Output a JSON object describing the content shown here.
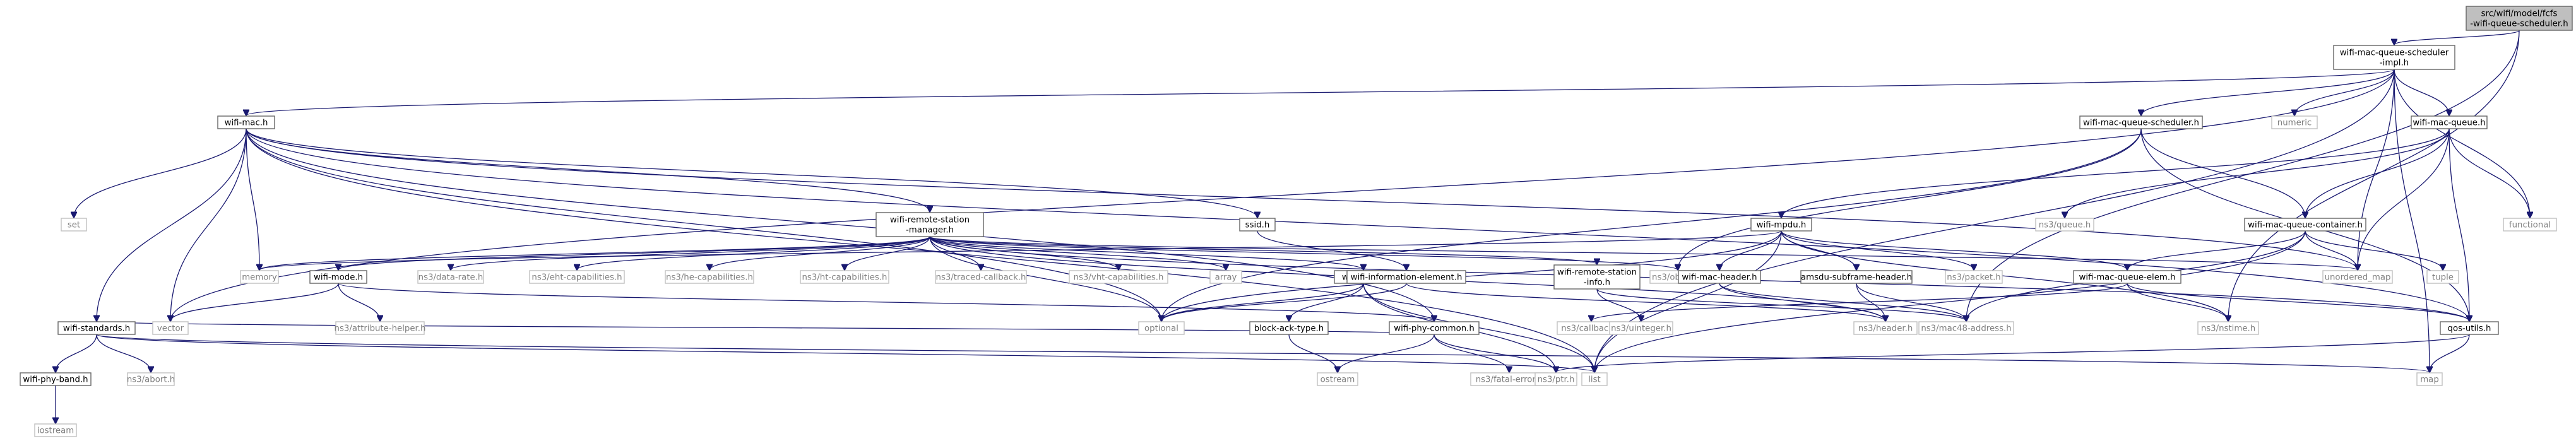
{
  "diagram": {
    "type": "include-dependency-graph",
    "nodes": [
      {
        "id": "root",
        "label": "src/wifi/model/fcfs\n-wifi-queue-scheduler.h",
        "kind": "root"
      },
      {
        "id": "impl",
        "label": "wifi-mac-queue-scheduler\n-impl.h",
        "kind": "main"
      },
      {
        "id": "wifimac",
        "label": "wifi-mac.h",
        "kind": "main"
      },
      {
        "id": "sched",
        "label": "wifi-mac-queue-scheduler.h",
        "kind": "main"
      },
      {
        "id": "numeric",
        "label": "numeric",
        "kind": "ext"
      },
      {
        "id": "queue",
        "label": "wifi-mac-queue.h",
        "kind": "main"
      },
      {
        "id": "functional",
        "label": "functional",
        "kind": "ext"
      },
      {
        "id": "set",
        "label": "set",
        "kind": "ext"
      },
      {
        "id": "memory",
        "label": "memory",
        "kind": "ext"
      },
      {
        "id": "rsm",
        "label": "wifi-remote-station\n-manager.h",
        "kind": "main"
      },
      {
        "id": "ssid",
        "label": "ssid.h",
        "kind": "main"
      },
      {
        "id": "mpdu",
        "label": "wifi-mpdu.h",
        "kind": "main"
      },
      {
        "id": "ns3queue",
        "label": "ns3/queue.h",
        "kind": "ext"
      },
      {
        "id": "container",
        "label": "wifi-mac-queue-container.h",
        "kind": "main"
      },
      {
        "id": "wifimode",
        "label": "wifi-mode.h",
        "kind": "main"
      },
      {
        "id": "datarate",
        "label": "ns3/data-rate.h",
        "kind": "ext"
      },
      {
        "id": "eht",
        "label": "ns3/eht-capabilities.h",
        "kind": "ext"
      },
      {
        "id": "he",
        "label": "ns3/he-capabilities.h",
        "kind": "ext"
      },
      {
        "id": "ht",
        "label": "ns3/ht-capabilities.h",
        "kind": "ext"
      },
      {
        "id": "tcb",
        "label": "ns3/traced-callback.h",
        "kind": "ext"
      },
      {
        "id": "vht",
        "label": "ns3/vht-capabilities.h",
        "kind": "ext"
      },
      {
        "id": "array",
        "label": "array",
        "kind": "ext"
      },
      {
        "id": "wutils",
        "label": "wifi-utils.h",
        "kind": "main"
      },
      {
        "id": "wie",
        "label": "wifi-information-element.h",
        "kind": "main"
      },
      {
        "id": "rsi",
        "label": "wifi-remote-station\n-info.h",
        "kind": "main"
      },
      {
        "id": "object",
        "label": "ns3/object.h",
        "kind": "ext"
      },
      {
        "id": "machdr",
        "label": "wifi-mac-header.h",
        "kind": "main"
      },
      {
        "id": "amsdu",
        "label": "amsdu-subframe-header.h",
        "kind": "main"
      },
      {
        "id": "packet",
        "label": "ns3/packet.h",
        "kind": "ext"
      },
      {
        "id": "elem",
        "label": "wifi-mac-queue-elem.h",
        "kind": "main"
      },
      {
        "id": "unordered",
        "label": "unordered_map",
        "kind": "ext"
      },
      {
        "id": "tuple",
        "label": "tuple",
        "kind": "ext"
      },
      {
        "id": "attr",
        "label": "ns3/attribute-helper.h",
        "kind": "ext"
      },
      {
        "id": "optional",
        "label": "optional",
        "kind": "ext"
      },
      {
        "id": "blockack",
        "label": "block-ack-type.h",
        "kind": "main"
      },
      {
        "id": "phycommon",
        "label": "wifi-phy-common.h",
        "kind": "main"
      },
      {
        "id": "callback",
        "label": "ns3/callback.h",
        "kind": "ext"
      },
      {
        "id": "uinteger",
        "label": "ns3/uinteger.h",
        "kind": "ext"
      },
      {
        "id": "header",
        "label": "ns3/header.h",
        "kind": "ext"
      },
      {
        "id": "mac48",
        "label": "ns3/mac48-address.h",
        "kind": "ext"
      },
      {
        "id": "nstime",
        "label": "ns3/nstime.h",
        "kind": "ext"
      },
      {
        "id": "qos",
        "label": "qos-utils.h",
        "kind": "main"
      },
      {
        "id": "vector",
        "label": "vector",
        "kind": "ext"
      },
      {
        "id": "ostream",
        "label": "ostream",
        "kind": "ext"
      },
      {
        "id": "fatal",
        "label": "ns3/fatal-error.h",
        "kind": "ext"
      },
      {
        "id": "ptr",
        "label": "ns3/ptr.h",
        "kind": "ext"
      },
      {
        "id": "standards",
        "label": "wifi-standards.h",
        "kind": "main"
      },
      {
        "id": "abort",
        "label": "ns3/abort.h",
        "kind": "ext"
      },
      {
        "id": "list",
        "label": "list",
        "kind": "ext"
      },
      {
        "id": "map",
        "label": "map",
        "kind": "ext"
      },
      {
        "id": "phyband",
        "label": "wifi-phy-band.h",
        "kind": "main"
      },
      {
        "id": "iostream",
        "label": "iostream",
        "kind": "ext"
      }
    ],
    "edges": [
      [
        "root",
        "impl"
      ],
      [
        "root",
        "nstime"
      ],
      [
        "root",
        "mac48"
      ],
      [
        "impl",
        "wifimac"
      ],
      [
        "impl",
        "sched"
      ],
      [
        "impl",
        "numeric"
      ],
      [
        "impl",
        "queue"
      ],
      [
        "impl",
        "functional"
      ],
      [
        "impl",
        "unordered"
      ],
      [
        "impl",
        "list"
      ],
      [
        "impl",
        "map"
      ],
      [
        "impl",
        "vector"
      ],
      [
        "wifimac",
        "set"
      ],
      [
        "wifimac",
        "memory"
      ],
      [
        "wifimac",
        "rsm"
      ],
      [
        "wifimac",
        "ssid"
      ],
      [
        "wifimac",
        "standards"
      ],
      [
        "wifimac",
        "vector"
      ],
      [
        "wifimac",
        "list"
      ],
      [
        "wifimac",
        "qos"
      ],
      [
        "wifimac",
        "unordered"
      ],
      [
        "wifimac",
        "optional"
      ],
      [
        "wifimac",
        "phycommon"
      ],
      [
        "sched",
        "optional"
      ],
      [
        "sched",
        "container"
      ],
      [
        "sched",
        "qos"
      ],
      [
        "sched",
        "object"
      ],
      [
        "queue",
        "ns3queue"
      ],
      [
        "queue",
        "container"
      ],
      [
        "queue",
        "mpdu"
      ],
      [
        "queue",
        "functional"
      ],
      [
        "queue",
        "unordered"
      ],
      [
        "queue",
        "qos"
      ],
      [
        "rsm",
        "memory"
      ],
      [
        "rsm",
        "wifimode"
      ],
      [
        "rsm",
        "datarate"
      ],
      [
        "rsm",
        "eht"
      ],
      [
        "rsm",
        "he"
      ],
      [
        "rsm",
        "ht"
      ],
      [
        "rsm",
        "tcb"
      ],
      [
        "rsm",
        "vht"
      ],
      [
        "rsm",
        "array"
      ],
      [
        "rsm",
        "wutils"
      ],
      [
        "rsm",
        "rsi"
      ],
      [
        "rsm",
        "object"
      ],
      [
        "rsm",
        "unordered"
      ],
      [
        "rsm",
        "optional"
      ],
      [
        "rsm",
        "header"
      ],
      [
        "rsm",
        "qos"
      ],
      [
        "ssid",
        "wie"
      ],
      [
        "mpdu",
        "memory"
      ],
      [
        "mpdu",
        "optional"
      ],
      [
        "mpdu",
        "machdr"
      ],
      [
        "mpdu",
        "amsdu"
      ],
      [
        "mpdu",
        "packet"
      ],
      [
        "mpdu",
        "elem"
      ],
      [
        "mpdu",
        "list"
      ],
      [
        "mpdu",
        "nstime"
      ],
      [
        "container",
        "unordered"
      ],
      [
        "container",
        "tuple"
      ],
      [
        "container",
        "elem"
      ],
      [
        "container",
        "mac48"
      ],
      [
        "container",
        "list"
      ],
      [
        "wifimode",
        "attr"
      ],
      [
        "wifimode",
        "phycommon"
      ],
      [
        "wifimode",
        "vector"
      ],
      [
        "wutils",
        "blockack"
      ],
      [
        "wutils",
        "optional"
      ],
      [
        "wutils",
        "ptr"
      ],
      [
        "wutils",
        "list"
      ],
      [
        "wie",
        "header"
      ],
      [
        "wie",
        "optional"
      ],
      [
        "rsi",
        "uinteger"
      ],
      [
        "rsi",
        "mac48"
      ],
      [
        "machdr",
        "header"
      ],
      [
        "machdr",
        "mac48"
      ],
      [
        "amsdu",
        "header"
      ],
      [
        "amsdu",
        "mac48"
      ],
      [
        "elem",
        "callback"
      ],
      [
        "elem",
        "nstime"
      ],
      [
        "elem",
        "qos"
      ],
      [
        "blockack",
        "ostream"
      ],
      [
        "phycommon",
        "standards"
      ],
      [
        "phycommon",
        "ostream"
      ],
      [
        "phycommon",
        "fatal"
      ],
      [
        "phycommon",
        "ptr"
      ],
      [
        "qos",
        "ptr"
      ],
      [
        "qos",
        "map"
      ],
      [
        "standards",
        "phyband"
      ],
      [
        "standards",
        "abort"
      ],
      [
        "standards",
        "list"
      ],
      [
        "standards",
        "map"
      ],
      [
        "phyband",
        "iostream"
      ]
    ]
  }
}
